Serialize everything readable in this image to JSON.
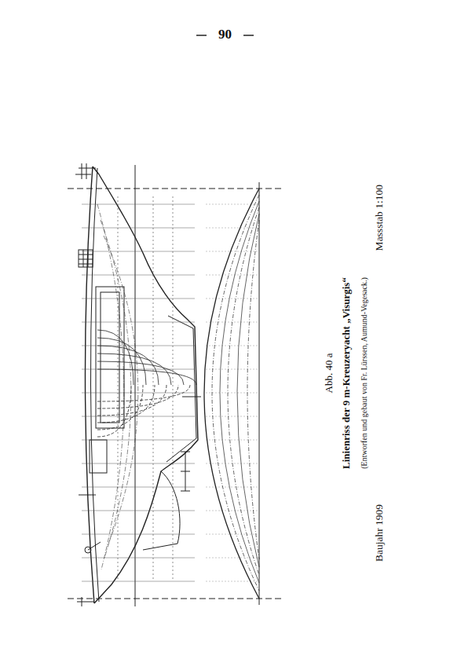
{
  "diagram": {
    "labels": [
      "90",
      "Abb. 40 a",
      "Linienriss der 9 m-Kreuzeryacht „Visurgis“",
      "(Entworfen und gebaut von Fr. Lürssen, Aumund-Vegesack.)",
      "Baujahr 1909",
      "Massstab 1:100"
    ]
  }
}
